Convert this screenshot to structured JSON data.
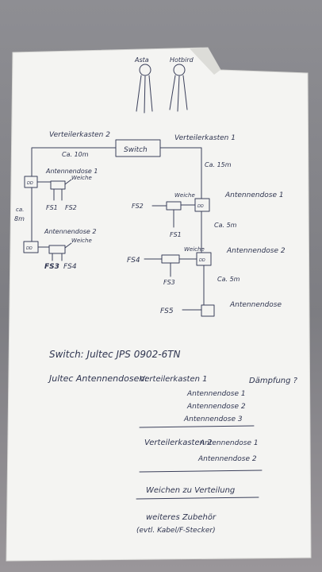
{
  "sketch": {
    "tv_left": "Asta",
    "tv_right": "Hotbird",
    "switch": "Switch",
    "cable2_title": "Verteilerkasten 2",
    "cable2_len": "Ca. 10m",
    "cable1_title": "Verteilerkasten 1",
    "cable1_len": "Ca. 15m",
    "left_outlet1": "Antennendose 1",
    "left_splitter1": "Weiche",
    "left_fs1": "FS1",
    "left_fs2": "FS2",
    "left_vert_len_a": "ca.",
    "left_vert_len_b": "8m",
    "left_outlet2": "Antennendose 2",
    "left_splitter2": "Weiche",
    "left_fs3": "FS3",
    "left_fs4": "FS4",
    "right_fs2": "FS2",
    "right_splitter1": "Weiche",
    "right_outlet1": "Antennendose 1",
    "right_fs1": "FS1",
    "right_len1": "Ca. 5m",
    "right_fs4": "FS4",
    "right_splitter2": "Weiche",
    "right_outlet2": "Antennendose 2",
    "right_fs3": "FS3",
    "right_len2": "Ca. 5m",
    "right_fs5": "FS5",
    "right_outlet3": "Antennendose",
    "box_label": "DD"
  },
  "notes": {
    "switch_line": "Switch: Jultec JPS 0902-6TN",
    "outlets_label": "Jultec Antennendosen:",
    "vk1": "Verteilerkasten 1",
    "vk1_items": [
      "Antennendose 1",
      "Antennendose 2",
      "Antennendose 3"
    ],
    "daempfung": "Dämpfung ?",
    "vk2": "Verteilerkasten 2",
    "vk2_items": [
      "Antennendose 1",
      "Antennendose 2"
    ],
    "weichen": "Weichen zu Verteilung",
    "weiteres": "weiteres Zubehör",
    "zubehoer_detail": "(evtl. Kabel/F-Stecker)"
  }
}
